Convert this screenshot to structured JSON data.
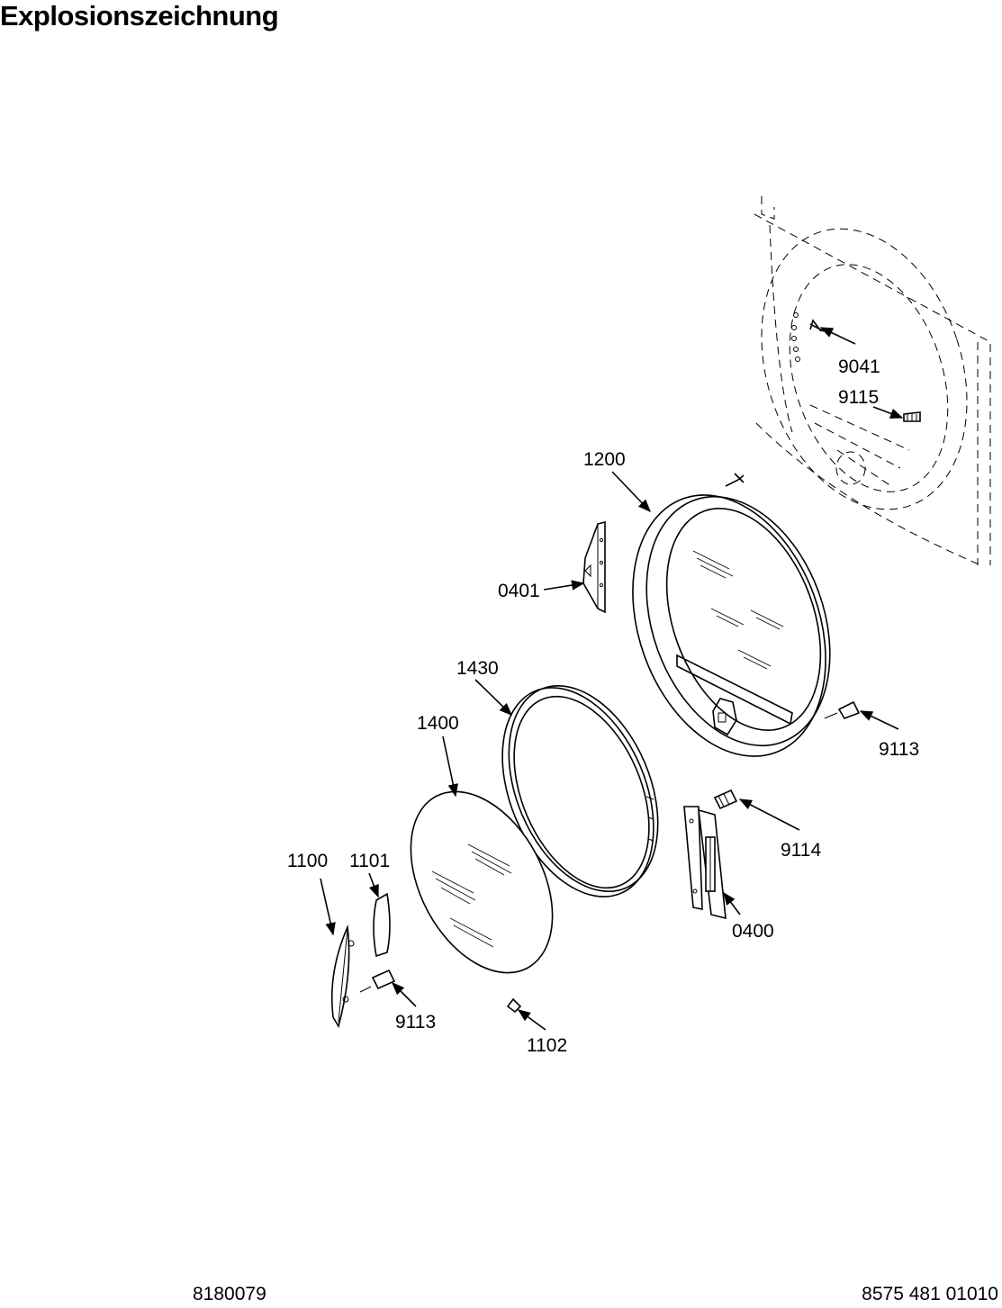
{
  "title": "Explosionszeichnung",
  "footer": {
    "left_code": "8180079",
    "right_code": "8575 481 01010"
  },
  "callouts": {
    "c9041": "9041",
    "c9115": "9115",
    "c1200": "1200",
    "c0401": "0401",
    "c1430": "1430",
    "c1400": "1400",
    "c9113_right": "9113",
    "c9114": "9114",
    "c0400": "0400",
    "c1100": "1100",
    "c1101": "1101",
    "c9113_left": "9113",
    "c1102": "1102"
  }
}
